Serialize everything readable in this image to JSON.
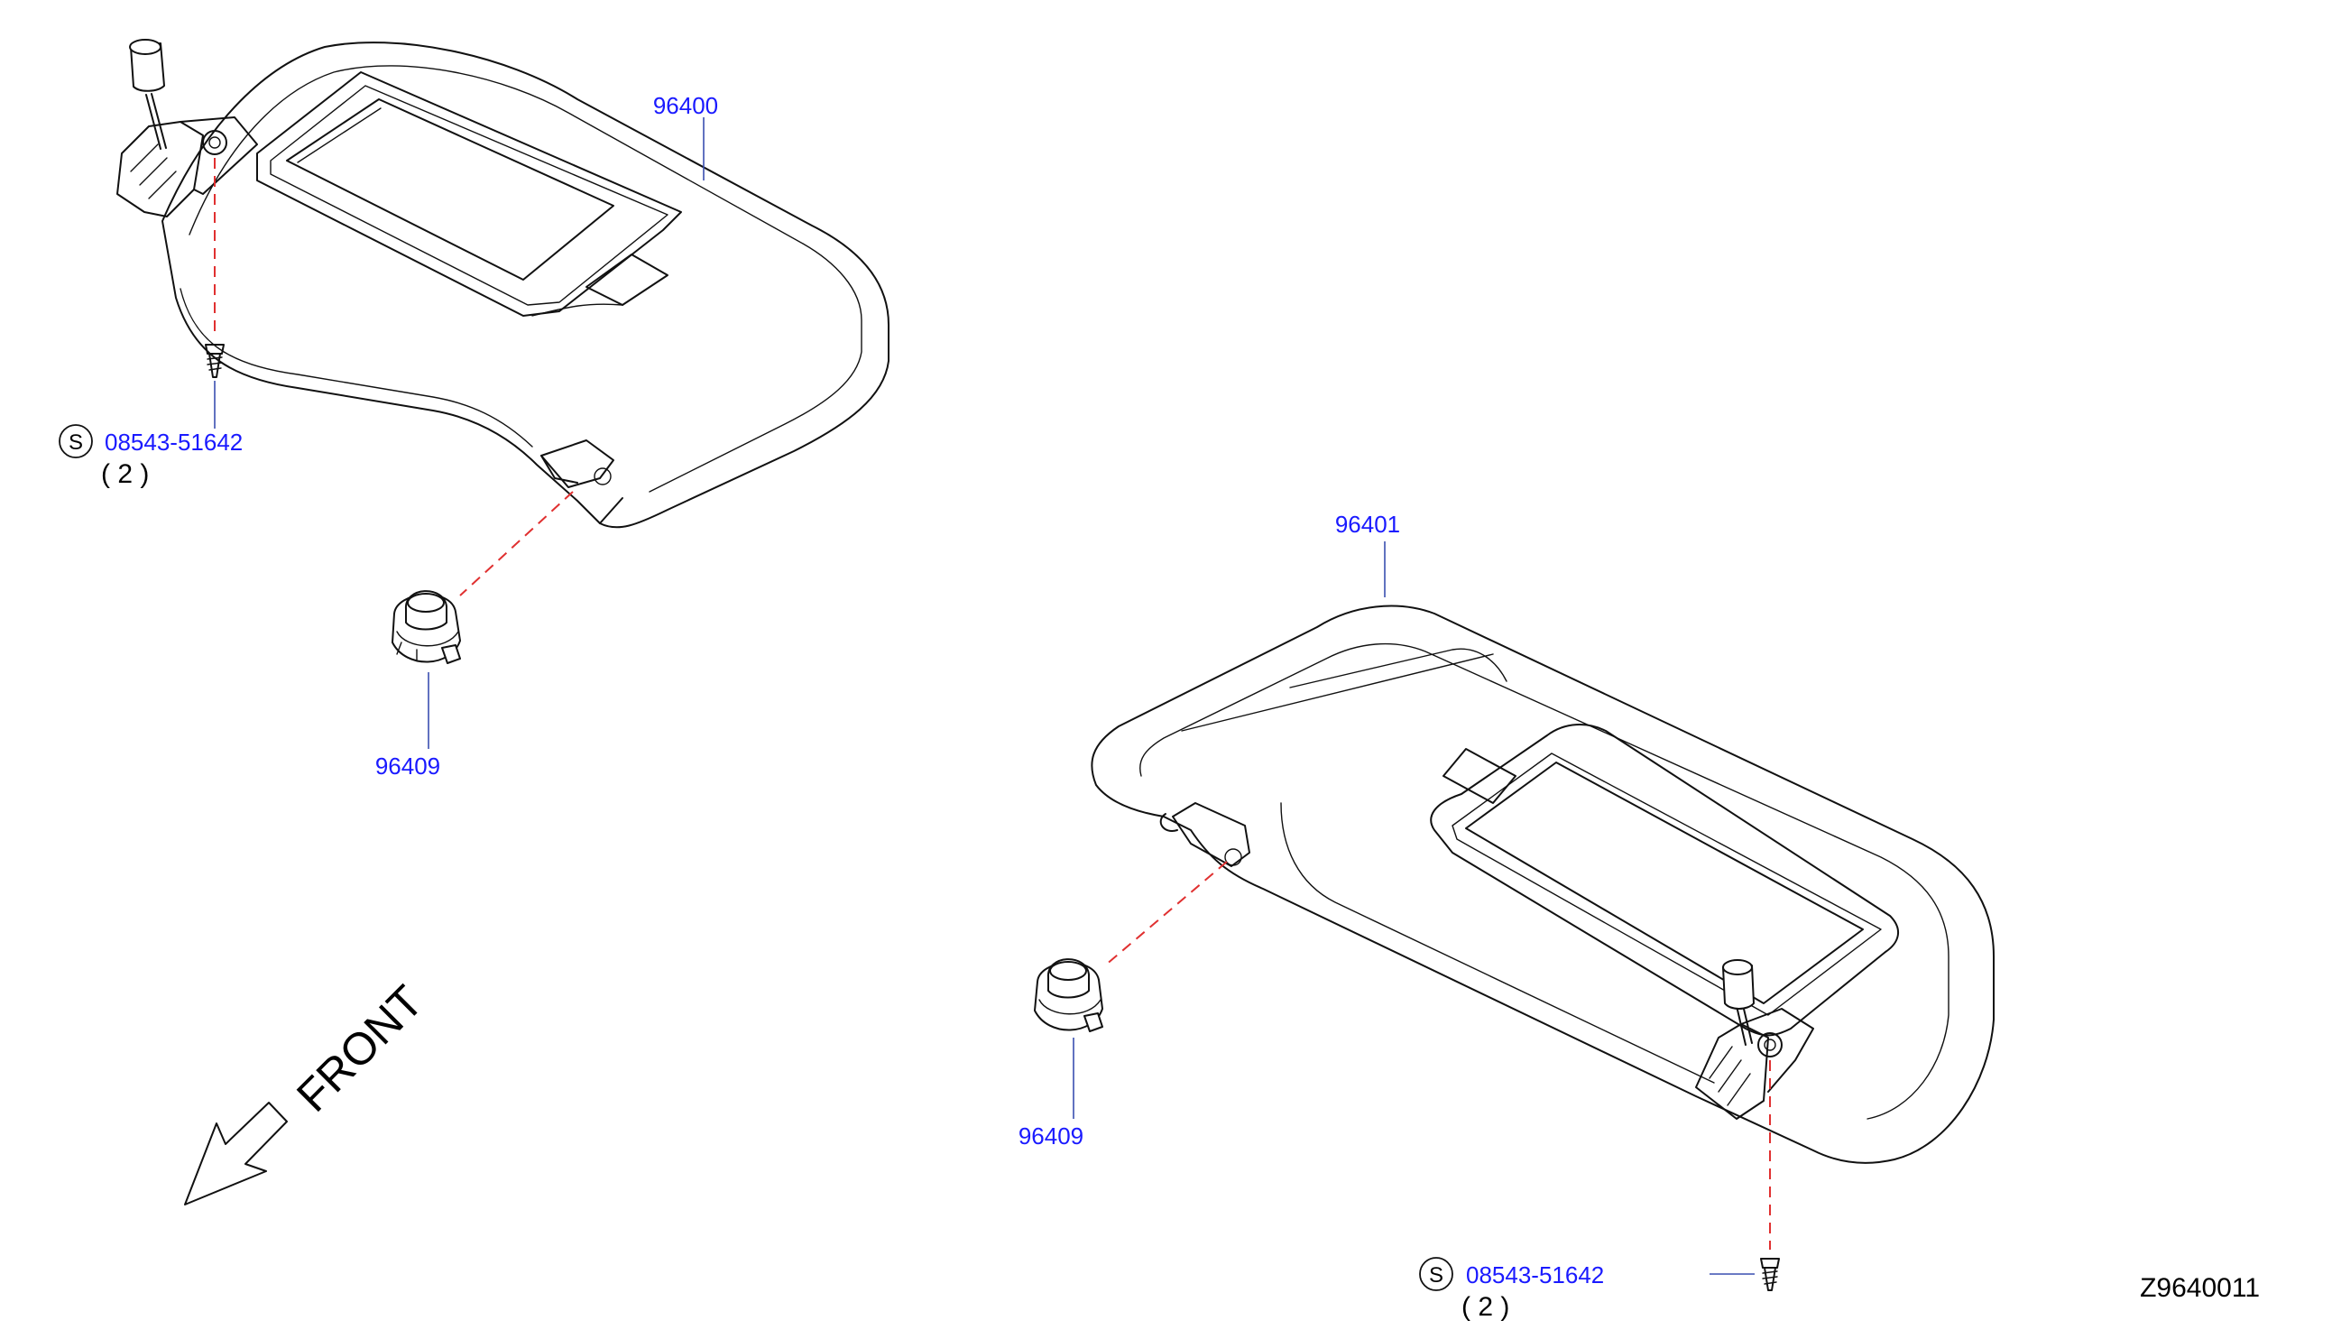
{
  "diagram": {
    "drawing_code": "Z9640011",
    "front_label": "FRONT",
    "std_symbol": "S",
    "parts": {
      "visor_left": "96400",
      "visor_right": "96401",
      "holder_left": "96409",
      "holder_right": "96409",
      "screw_left": "08543-51642",
      "screw_right": "08543-51642"
    },
    "quantities": {
      "screw_left": "( 2 )",
      "screw_right": "( 2 )"
    },
    "colors": {
      "part_number": "#1a1aff",
      "leader": "#3a4fb0",
      "assembly_dash": "#e03030",
      "line_art": "#111111"
    }
  }
}
